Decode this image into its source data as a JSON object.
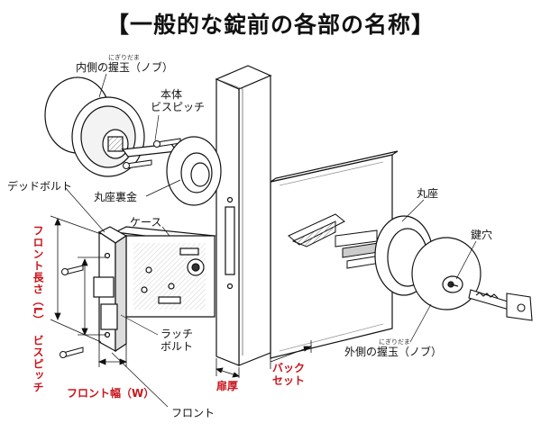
{
  "title": "【一般的な錠前の各部の名称】",
  "labels": {
    "inner_knob_ruby": "にぎりだま",
    "inner_knob": "内側の握玉（ノブ）",
    "body_screw_1": "本体",
    "body_screw_2": "ビスピッチ",
    "deadbolt": "デッドボルト",
    "round_seat_back": "丸座裏金",
    "case": "ケース",
    "front_length": "フロント長さ（L）",
    "screw_pitch": "ビスピッチ",
    "latch_1": "ラッチ",
    "latch_2": "ボルト",
    "front_width": "フロント幅（W）",
    "front": "フロント",
    "door_thickness": "扉厚",
    "backset_1": "バック",
    "backset_2": "セット",
    "round_seat": "丸座",
    "keyhole": "鍵穴",
    "outer_knob_ruby": "にぎりだま",
    "outer_knob": "外側の握玉（ノブ）"
  },
  "colors": {
    "accent": "#c8161d",
    "ink": "#111111"
  }
}
